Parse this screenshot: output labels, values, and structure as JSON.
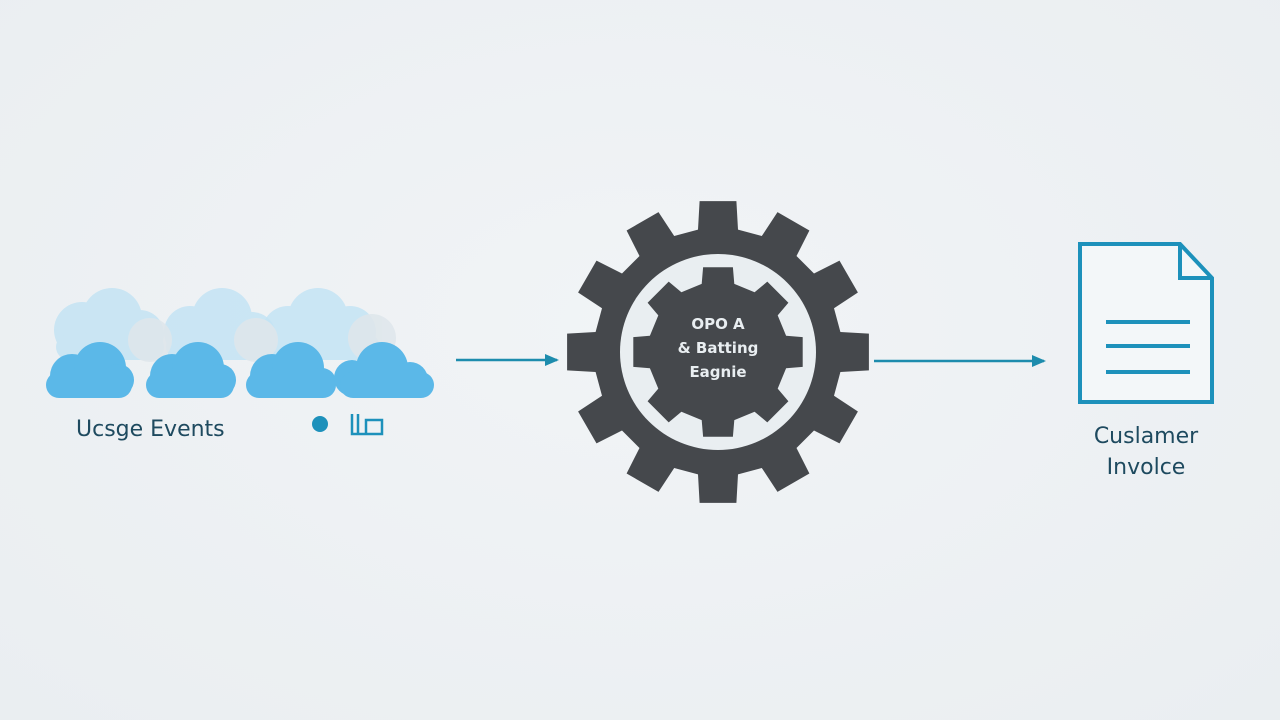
{
  "diagram": {
    "nodes": [
      {
        "id": "usage-events",
        "label": "Ucsge Events",
        "icon": "cloud-cluster-icon"
      },
      {
        "id": "engine",
        "lines": [
          "OPO A",
          "& Batting",
          "Eagnie"
        ],
        "icon": "gear-icon"
      },
      {
        "id": "customer-invoice",
        "lines": [
          "Cuslamer",
          "Involce"
        ],
        "icon": "document-icon"
      }
    ],
    "edges": [
      {
        "from": "usage-events",
        "to": "engine"
      },
      {
        "from": "engine",
        "to": "customer-invoice"
      }
    ],
    "extra_icons": [
      "dot-icon",
      "bracket-icon"
    ]
  },
  "colors": {
    "background": "#edf1f4",
    "cloud": "#5bb8e8",
    "cloud_faded": "#b8def2",
    "gear": "#45484c",
    "gear_ring": "#e9eef1",
    "arrow": "#1d8cad",
    "document": "#1d91bb",
    "text": "#1e4a5f"
  }
}
